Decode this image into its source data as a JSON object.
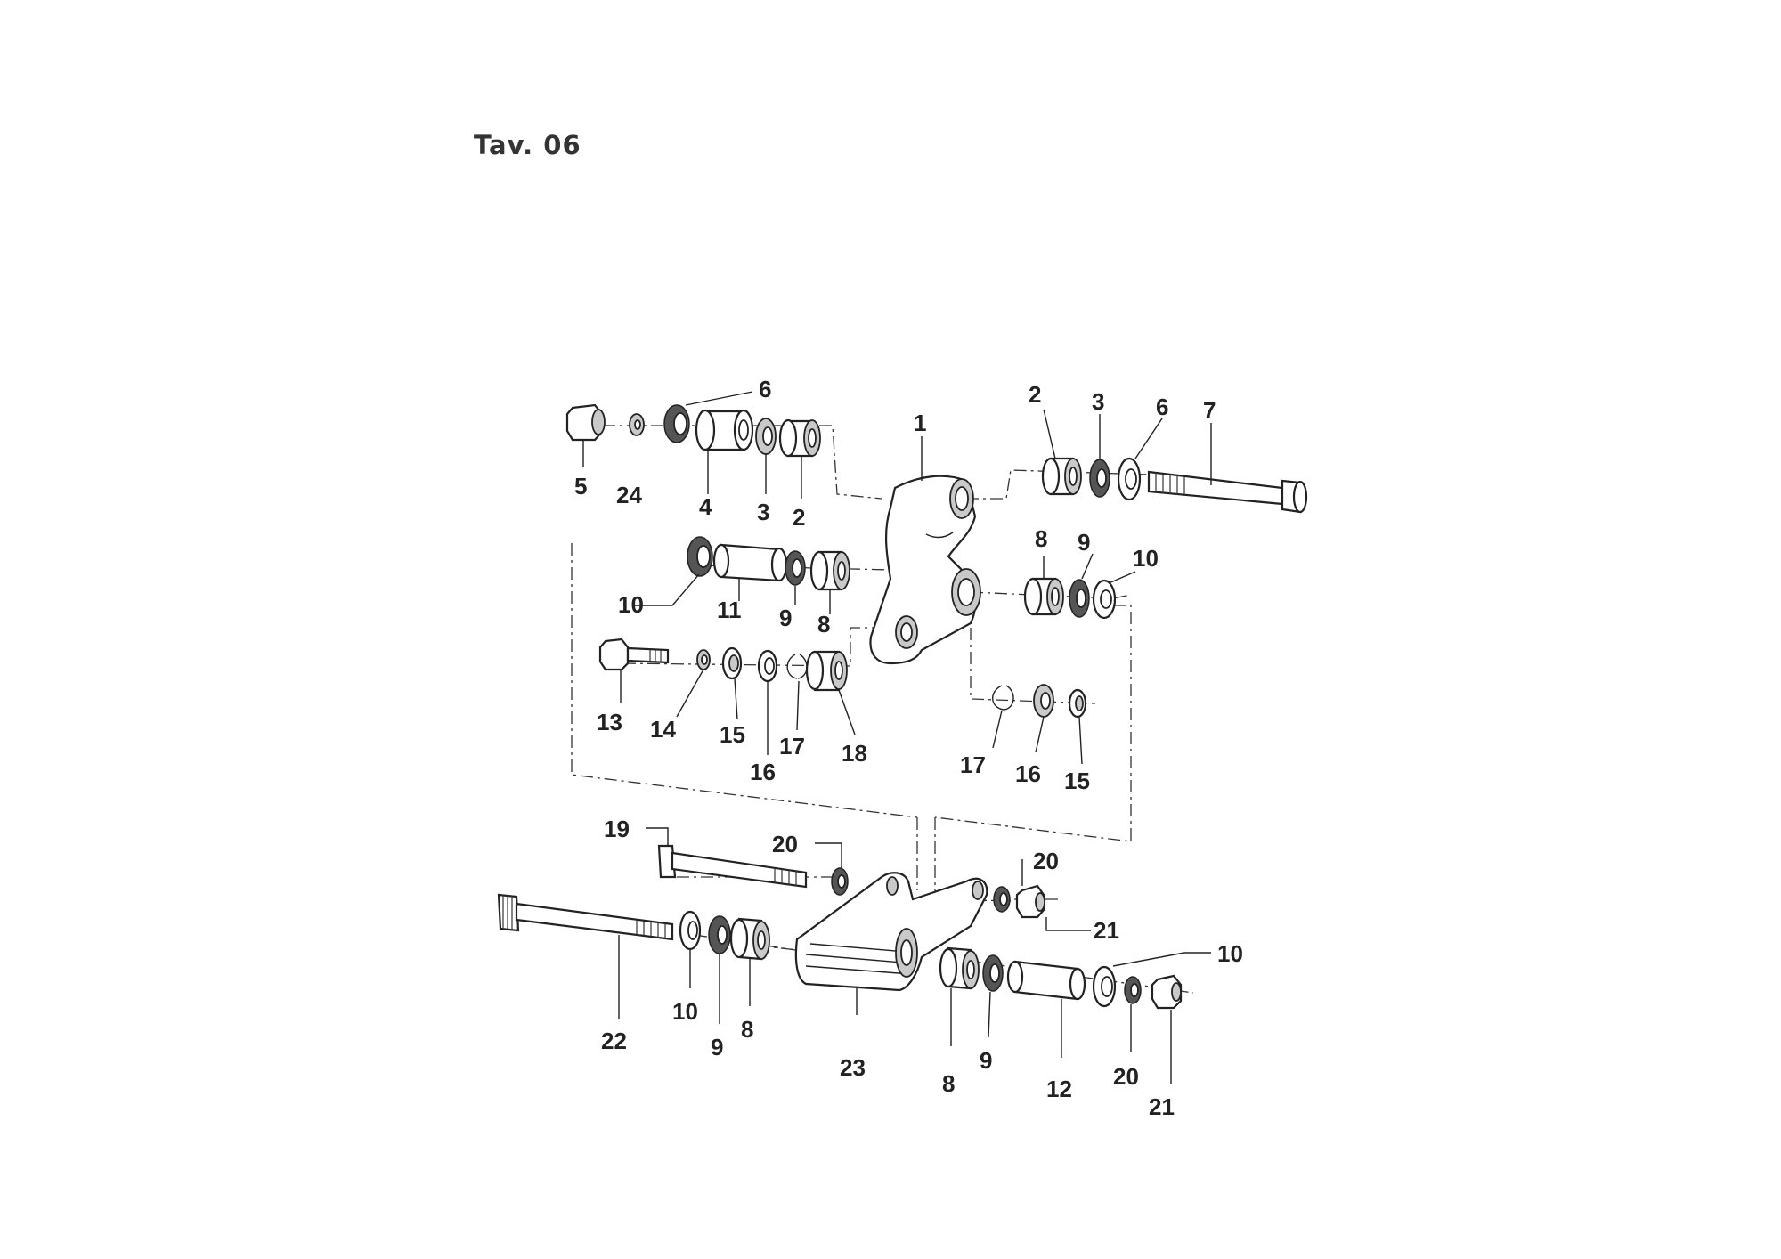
{
  "header": {
    "title": "Tav. 06"
  },
  "labels": {
    "l1": "1",
    "l2a": "2",
    "l2b": "2",
    "l3a": "3",
    "l3b": "3",
    "l4": "4",
    "l5": "5",
    "l6a": "6",
    "l6b": "6",
    "l7": "7",
    "l8a": "8",
    "l8b": "8",
    "l8c": "8",
    "l8d": "8",
    "l9a": "9",
    "l9b": "9",
    "l9c": "9",
    "l9d": "9",
    "l10a": "10",
    "l10b": "10",
    "l10c": "10",
    "l10d": "10",
    "l11": "11",
    "l12": "12",
    "l13": "13",
    "l14": "14",
    "l15a": "15",
    "l15b": "15",
    "l16a": "16",
    "l16b": "16",
    "l17a": "17",
    "l17b": "17",
    "l18": "18",
    "l19": "19",
    "l20a": "20",
    "l20b": "20",
    "l20c": "20",
    "l21a": "21",
    "l21b": "21",
    "l22": "22",
    "l23": "23",
    "l24": "24"
  }
}
